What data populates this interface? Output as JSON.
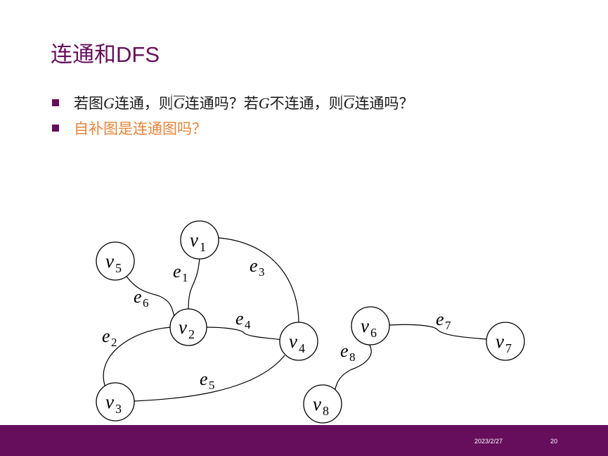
{
  "slide": {
    "title_zh": "连通和",
    "title_latin": "DFS",
    "bullet1": {
      "t1": "若图",
      "G1": "G",
      "t2": "连通，则",
      "Gbar1": "G",
      "t3": "连通吗？若",
      "G2": "G",
      "t4": "不连通，则",
      "Gbar2": "G",
      "t5": "连通吗？"
    },
    "bullet2": "自补图是连通图吗？"
  },
  "graph": {
    "nodes": [
      {
        "id": "v1",
        "base": "v",
        "sub": "1"
      },
      {
        "id": "v2",
        "base": "v",
        "sub": "2"
      },
      {
        "id": "v3",
        "base": "v",
        "sub": "3"
      },
      {
        "id": "v4",
        "base": "v",
        "sub": "4"
      },
      {
        "id": "v5",
        "base": "v",
        "sub": "5"
      },
      {
        "id": "v6",
        "base": "v",
        "sub": "6"
      },
      {
        "id": "v7",
        "base": "v",
        "sub": "7"
      },
      {
        "id": "v8",
        "base": "v",
        "sub": "8"
      }
    ],
    "edges": [
      {
        "id": "e1",
        "from": "v1",
        "to": "v2",
        "base": "e",
        "sub": "1"
      },
      {
        "id": "e2",
        "from": "v2",
        "to": "v3",
        "base": "e",
        "sub": "2"
      },
      {
        "id": "e3",
        "from": "v1",
        "to": "v4",
        "base": "e",
        "sub": "3"
      },
      {
        "id": "e4",
        "from": "v2",
        "to": "v4",
        "base": "e",
        "sub": "4"
      },
      {
        "id": "e5",
        "from": "v3",
        "to": "v4",
        "base": "e",
        "sub": "5"
      },
      {
        "id": "e6",
        "from": "v5",
        "to": "v2",
        "base": "e",
        "sub": "6"
      },
      {
        "id": "e7",
        "from": "v6",
        "to": "v7",
        "base": "e",
        "sub": "7"
      },
      {
        "id": "e8",
        "from": "v6",
        "to": "v8",
        "base": "e",
        "sub": "8"
      }
    ]
  },
  "footer": {
    "date": "2023/2/27",
    "page": "20",
    "bar_color": "#660e5c"
  },
  "colors": {
    "title": "#660e5c",
    "bullet_square": "#660e5c",
    "highlight_text": "#e8833a"
  }
}
